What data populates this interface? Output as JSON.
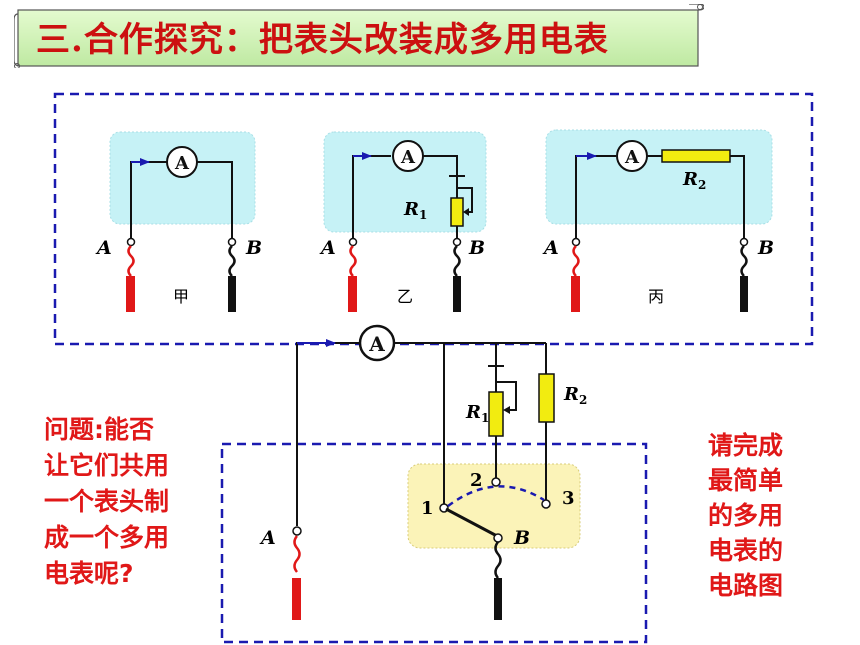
{
  "header": {
    "title": "三.合作探究：把表头改装成多用电表"
  },
  "meter": {
    "symbol": "A"
  },
  "terminals": {
    "a": "A",
    "b": "B",
    "pos1": "1",
    "pos2": "2",
    "pos3": "3"
  },
  "resistors": {
    "r1": "R",
    "r1_sub": "1",
    "r2": "R",
    "r2_sub": "2"
  },
  "panels": {
    "left": "甲",
    "middle": "乙",
    "right": "丙"
  },
  "question": {
    "lines": [
      "问题:能否",
      "让它们共用",
      "一个表头制",
      "成一个多用",
      "电表呢?"
    ]
  },
  "task": {
    "lines": [
      "请完成",
      "最简单",
      "的多用",
      "电表的",
      "电路图"
    ]
  },
  "colors": {
    "title": "#cc1010",
    "red_text": "#e01818",
    "dashed_border": "#1a1ab0",
    "panel_fill": "#c6f2f6",
    "switch_fill": "#fbf3b8",
    "resistor_fill": "#f2ec10",
    "lead_red": "#e01818"
  }
}
